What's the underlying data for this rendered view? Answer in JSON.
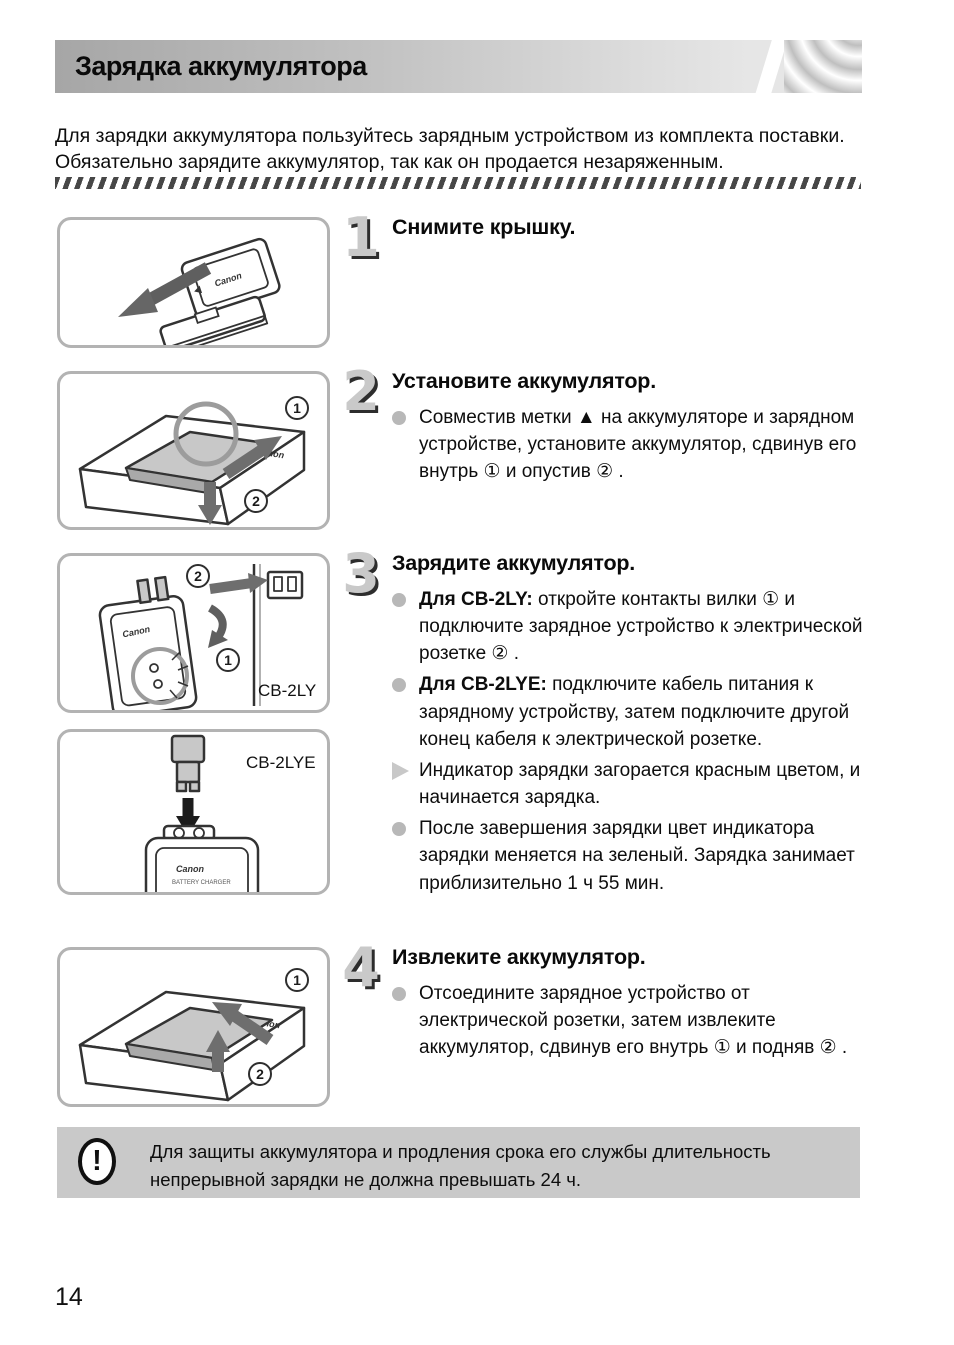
{
  "header": {
    "title": "Зарядка аккумулятора"
  },
  "intro": "Для зарядки аккумулятора пользуйтесь зарядным устройством из комплекта поставки. Обязательно зарядите аккумулятор, так как он продается незаряженным.",
  "steps": [
    {
      "number": "1",
      "heading": "Снимите крышку.",
      "bullets": []
    },
    {
      "number": "2",
      "heading": "Установите аккумулятор.",
      "bullets": [
        {
          "marker": "dot",
          "lead": "",
          "text": "Совместив метки ▲ на аккумуляторе и зарядном устройстве, установите аккумулятор, сдвинув его внутрь ① и опустив ② ."
        }
      ]
    },
    {
      "number": "3",
      "heading": "Зарядите аккумулятор.",
      "bullets": [
        {
          "marker": "dot",
          "lead": "Для CB-2LY:",
          "text": " откройте контакты вилки ① и подключите зарядное устройство к электрической розетке ② ."
        },
        {
          "marker": "dot",
          "lead": "Для CB-2LYE:",
          "text": " подключите кабель питания к зарядному устройству, затем подключите другой конец кабеля к электрической розетке."
        },
        {
          "marker": "arrow",
          "lead": "",
          "text": "Индикатор зарядки загорается красным цветом, и начинается зарядка."
        },
        {
          "marker": "dot",
          "lead": "",
          "text": "После завершения зарядки цвет индикатора зарядки меняется на зеленый. Зарядка занимает приблизительно 1 ч 55 мин."
        }
      ]
    },
    {
      "number": "4",
      "heading": "Извлеките аккумулятор.",
      "bullets": [
        {
          "marker": "dot",
          "lead": "",
          "text": "Отсоедините зарядное устройство от электрической розетки, затем извлеките аккумулятор, сдвинув его внутрь ① и подняв ② ."
        }
      ]
    }
  ],
  "figures": {
    "canon_logo": "Canon",
    "cb2ly_label": "CB-2LY",
    "cb2lye_label": "CB-2LYE",
    "callout1": "1",
    "callout2": "2"
  },
  "warning": {
    "icon": "!",
    "text": "Для защиты аккумулятора и продления срока его службы длительность непрерывной зарядки не должна превышать 24 ч."
  },
  "footer": {
    "page_number": "14"
  }
}
